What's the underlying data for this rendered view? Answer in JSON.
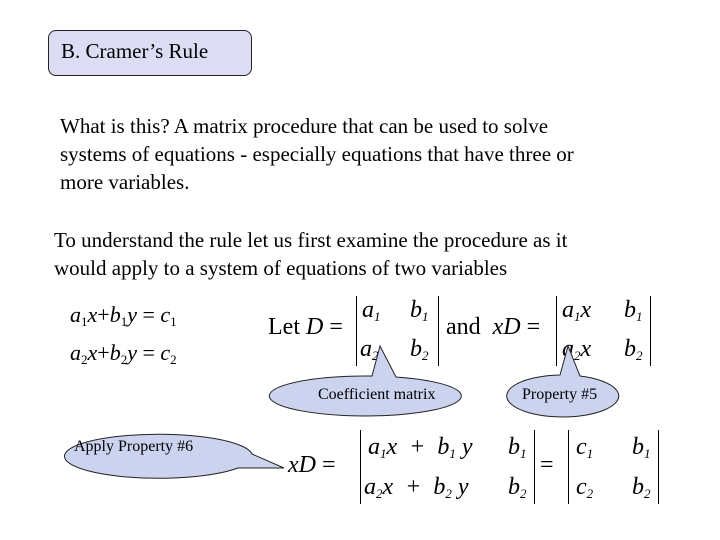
{
  "title": "B. Cramer’s Rule",
  "intro": {
    "line1": "What is this?  A matrix procedure that can be used to solve",
    "line2": "systems of equations - especially equations that have three or",
    "line3": "more variables."
  },
  "understand": {
    "line1": "To understand the rule let us first examine the procedure as it",
    "line2": "would apply to a system of equations of two variables"
  },
  "system": {
    "eq1": {
      "a": "a",
      "a_sub": "1",
      "x": "x",
      "plus": "+",
      "b": "b",
      "b_sub": "1",
      "y": "y",
      "eq": "=",
      "c": "c",
      "c_sub": "1"
    },
    "eq2": {
      "a": "a",
      "a_sub": "2",
      "x": "x",
      "plus": "+",
      "b": "b",
      "b_sub": "2",
      "y": "y",
      "eq": "=",
      "c": "c",
      "c_sub": "2"
    }
  },
  "definition": {
    "let": "Let",
    "D": "D",
    "eq": "=",
    "and": "and",
    "xD": "xD"
  },
  "callouts": {
    "coefficient": "Coefficient matrix",
    "property5": "Property #5",
    "property6": "Apply Property #6"
  },
  "colors": {
    "title_bg": "#dcdcf4",
    "callout_bg": "#cbd3ef"
  }
}
